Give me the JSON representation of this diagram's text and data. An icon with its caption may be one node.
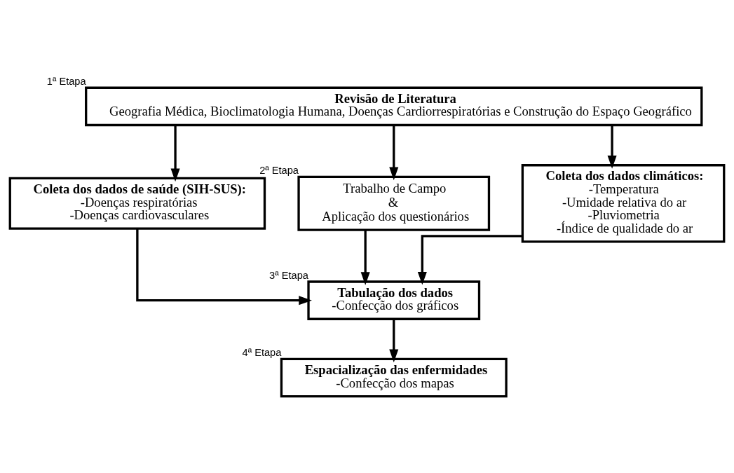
{
  "diagram": {
    "nodes": [
      {
        "text": [
          "Revisão de Literatura",
          "Geografia Médica, Bioclimatologia Humana, Doenças Cardiorrespiratórias e Construção do Espaço Geográfico"
        ],
        "beside": [
          "1ª Etapa"
        ]
      },
      {
        "text": [
          "Coleta dos dados de saúde (SIH-SUS):",
          "-Doenças respiratórias",
          "-Doenças cardiovasculares"
        ]
      },
      {
        "text": [
          "Trabalho de Campo",
          "&",
          "Aplicação dos questionários"
        ],
        "beside": [
          "2ª Etapa"
        ]
      },
      {
        "text": [
          "Coleta dos dados climáticos:",
          "-Temperatura",
          "-Umidade relativa do ar",
          "-Pluviometria",
          "-Índice de qualidade do ar"
        ]
      },
      {
        "text": [
          "Tabulação dos dados",
          "-Confecção dos gráficos"
        ],
        "beside": [
          "3ª Etapa"
        ]
      },
      {
        "text": [
          "Espacialização das enfermidades",
          "-Confecção dos mapas"
        ],
        "beside": [
          "4ª Etapa"
        ]
      }
    ],
    "edges": [
      {
        "from": 0,
        "to": 1,
        "arrow": "to"
      },
      {
        "from": 0,
        "to": 2,
        "arrow": "to"
      },
      {
        "from": 0,
        "to": 3,
        "arrow": "to"
      },
      {
        "from": 1,
        "to": 4,
        "arrow": "to"
      },
      {
        "from": 2,
        "to": 4,
        "arrow": "to"
      },
      {
        "from": 3,
        "to": 4,
        "arrow": "to"
      },
      {
        "from": 4,
        "to": 5,
        "arrow": "to"
      }
    ]
  }
}
